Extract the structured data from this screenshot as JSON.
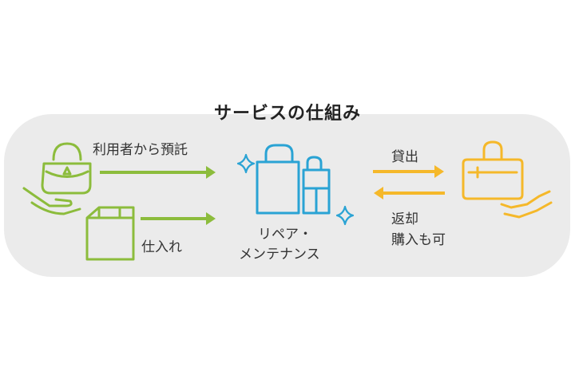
{
  "title": "サービスの仕組み",
  "labels": {
    "consign": "利用者から預託",
    "purchase": "仕入れ",
    "repair_1": "リペア・",
    "repair_2": "メンテナンス",
    "rent": "貸出",
    "return_1": "返却",
    "return_2": "購入も可"
  },
  "colors": {
    "green": "#8cbc3c",
    "blue": "#2aa3d4",
    "yellow": "#f5b82a",
    "panel": "#ebebeb"
  },
  "icons": [
    "bag-on-hand-icon",
    "box-icon",
    "shopping-bags-icon",
    "sparkle-icon",
    "travel-bag-on-hand-icon",
    "arrow-right-icon",
    "arrow-left-icon"
  ]
}
